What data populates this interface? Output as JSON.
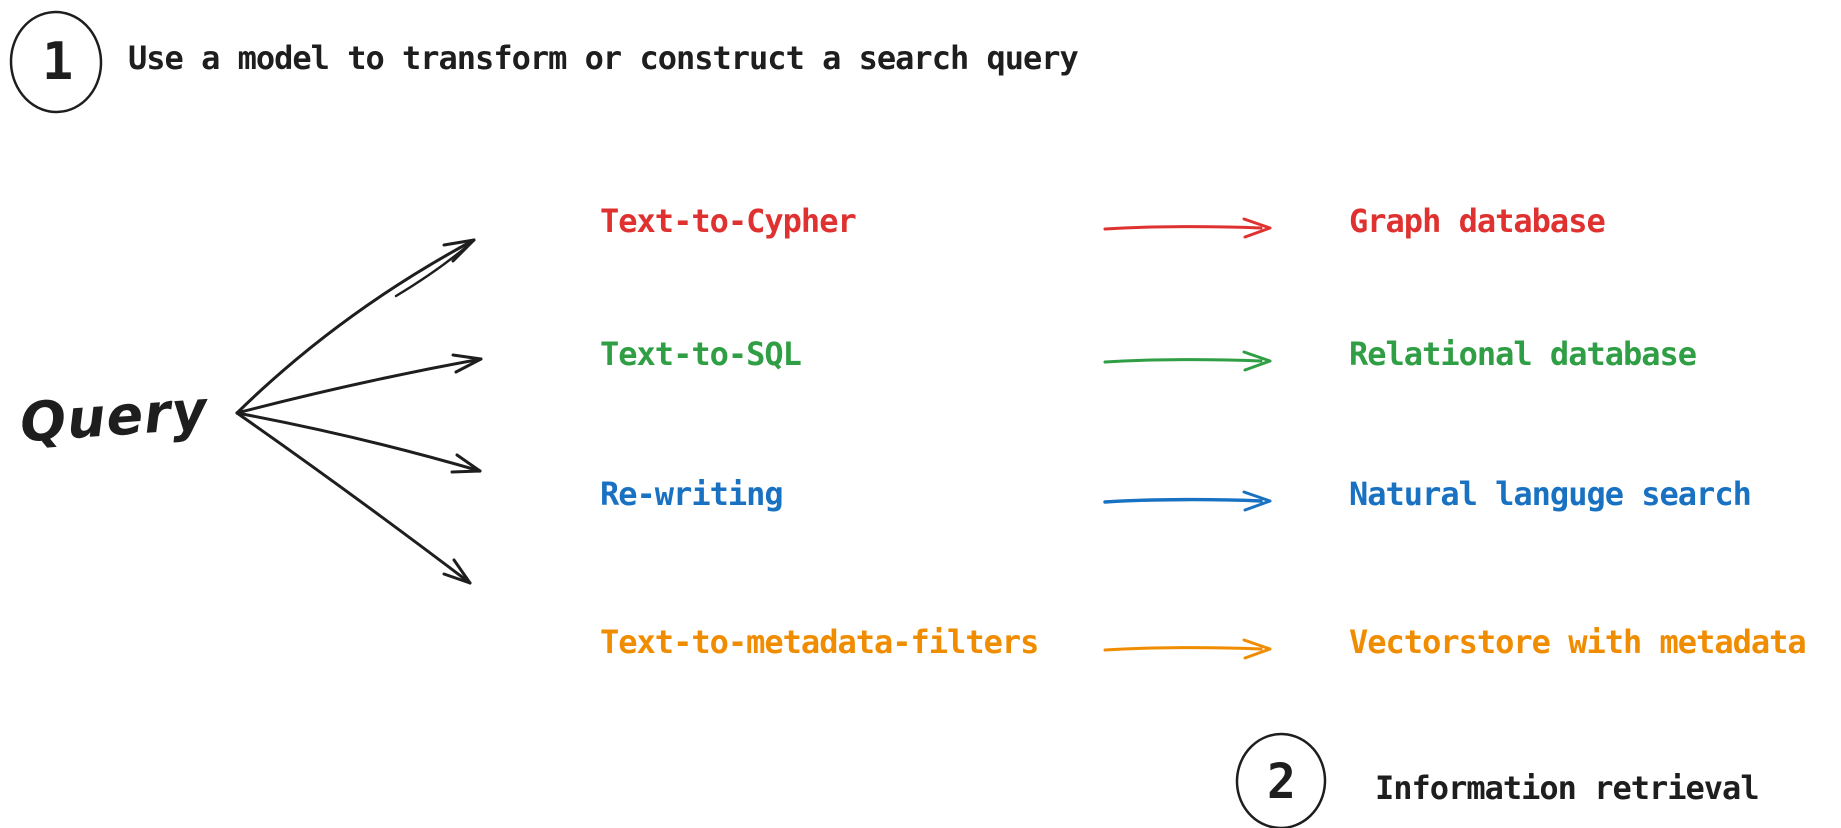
{
  "colors": {
    "black": "#1e1e1e",
    "red": "#e03131",
    "green": "#2f9e44",
    "blue": "#1971c2",
    "orange": "#f08c00"
  },
  "step1": {
    "number": "1",
    "label": "Use a model to transform or construct a search query"
  },
  "step2": {
    "number": "2",
    "label": "Information retrieval"
  },
  "query_label": "Query",
  "rows": [
    {
      "method": "Text-to-Cypher",
      "target": "Graph database",
      "color": "#e03131"
    },
    {
      "method": "Text-to-SQL",
      "target": "Relational database",
      "color": "#2f9e44"
    },
    {
      "method": "Re-writing",
      "target": "Natural languge search",
      "color": "#1971c2"
    },
    {
      "method": "Text-to-metadata-filters",
      "target": "Vectorstore with metadata",
      "color": "#f08c00"
    }
  ]
}
